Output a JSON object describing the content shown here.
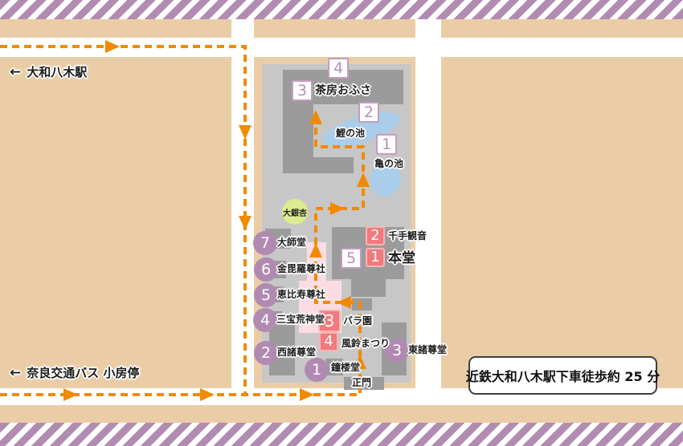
{
  "labels": {
    "arrow_left": "←",
    "train_station": "大和八木駅",
    "bus_stop": "奈良交通バス 小房停",
    "access_note": "近鉄大和八木駅下車徒歩約 25 分",
    "cafe": "茶房おふさ",
    "koi_pond": "鯉の池",
    "turtle_pond": "亀の池",
    "great_ginkgo": "大銀杏",
    "senju_kannon": "千手観音",
    "main_hall": "本堂",
    "daishi_hall": "大師堂",
    "konpira_shrine": "金毘羅尊社",
    "ebisu_shrine": "恵比寿尊社",
    "sanpo_kojin_hall": "三宝荒神堂",
    "west_shoson_hall": "西諸尊堂",
    "rose_garden": "バラ園",
    "wind_bell_festival": "風鈴まつり",
    "east_shoson_hall": "東諸尊堂",
    "bell_tower": "鐘楼堂",
    "main_gate": "正門"
  },
  "markers": {
    "route_white": {
      "m1": "1",
      "m2": "2",
      "m3": "3",
      "m4": "4",
      "m5": "5"
    },
    "event_pink": {
      "p1": "1",
      "p2": "2",
      "p3": "3",
      "p4": "4"
    },
    "hall_purple": {
      "c1": "1",
      "c2": "2",
      "c3": "3",
      "c4": "4",
      "c5": "5",
      "c6": "6",
      "c7": "7"
    }
  },
  "colors": {
    "route_orange": "#f18a00",
    "block_tan": "#eacda7",
    "grounds_gray": "#c7c7c7",
    "building_gray": "#9b9b9b",
    "marker_pink": "#f2797c",
    "marker_purple": "#b18ab1",
    "white_marker_border_purple": "#c29cc2",
    "pond_blue": "#a9cdea",
    "garden_pink": "#fbdce2",
    "stripe_purple": "#b28bb2",
    "ginkgo_green": "#dcec8e"
  }
}
